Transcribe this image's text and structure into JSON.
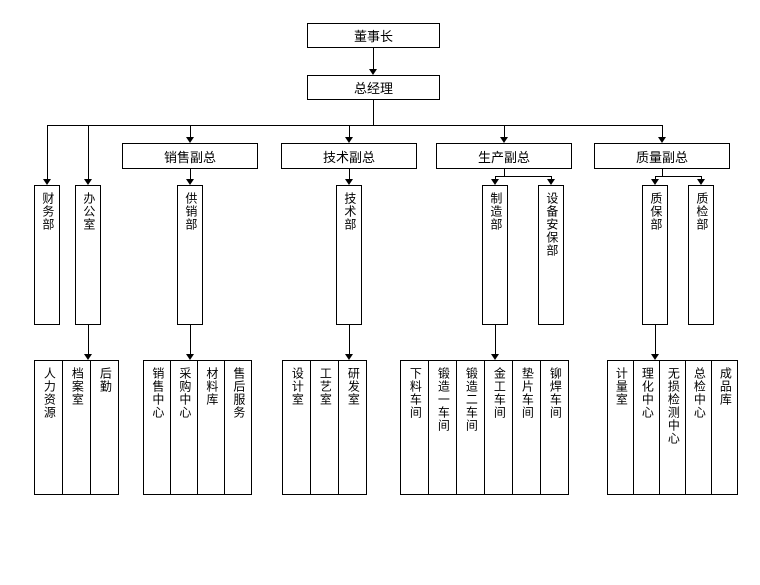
{
  "colors": {
    "line": "#000000",
    "background": "#ffffff",
    "text": "#000000"
  },
  "chart": {
    "root": {
      "label": "董事长"
    },
    "gm": {
      "label": "总经理"
    },
    "vps": [
      {
        "label": "销售副总"
      },
      {
        "label": "技术副总"
      },
      {
        "label": "生产副总"
      },
      {
        "label": "质量副总"
      }
    ],
    "depts": [
      {
        "label": "财务部"
      },
      {
        "label": "办公室"
      },
      {
        "label": "供销部"
      },
      {
        "label": "技术部"
      },
      {
        "label": "制造部"
      },
      {
        "label": "设备安保部"
      },
      {
        "label": "质保部"
      },
      {
        "label": "质检部"
      }
    ],
    "groups": [
      {
        "items": [
          "人力资源",
          "档案室",
          "后勤"
        ]
      },
      {
        "items": [
          "销售中心",
          "采购中心",
          "材料库",
          "售后服务"
        ]
      },
      {
        "items": [
          "设计室",
          "工艺室",
          "研发室"
        ]
      },
      {
        "items": [
          "下料车间",
          "锻造一车间",
          "锻造二车间",
          "金工车间",
          "垫片车间",
          "铆焊车间"
        ]
      },
      {
        "items": [
          "计量室",
          "理化中心",
          "无损检测中心",
          "总检中心",
          "成品库"
        ]
      }
    ]
  }
}
